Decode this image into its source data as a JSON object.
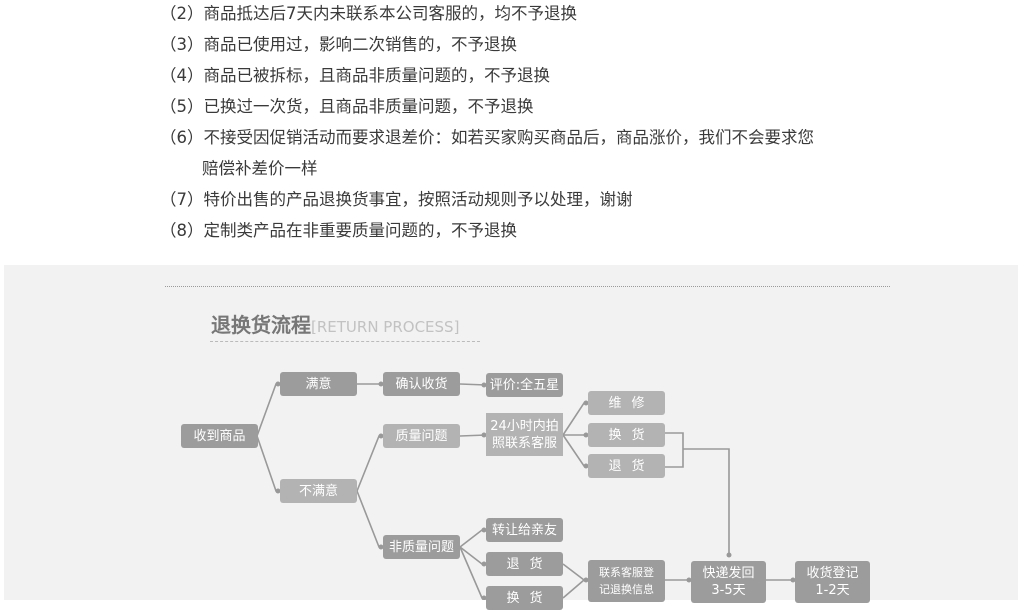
{
  "rules": [
    "（2）商品抵达后7天内未联系本公司客服的，均不予退换",
    "（3）商品已使用过，影响二次销售的，不予退换",
    "（4）商品已被拆标，且商品非质量问题的，不予退换",
    "（5）已换过一次货，且商品非质量问题，不予退换",
    "（6）不接受因促销活动而要求退差价：如若买家购买商品后，商品涨价，我们不会要求您",
    "赔偿补差价一样",
    "（7）特价出售的产品退换货事宜，按照活动规则予以处理，谢谢",
    "（8）定制类产品在非重要质量问题的，不予退换"
  ],
  "process": {
    "title": "退换货流程",
    "subtitle": "[RETURN PROCESS]",
    "nodes": {
      "received": "收到商品",
      "satisfied": "满意",
      "confirm": "确认收货",
      "review": "评价:全五星",
      "unsatisfied": "不满意",
      "quality": "质量问题",
      "contact24": "24小时内拍照联系客服",
      "repair": "维修",
      "exchange1": "换货",
      "return1": "退货",
      "nonquality": "非质量问题",
      "transfer": "转让给亲友",
      "return2": "退货",
      "exchange2": "换货",
      "register": "联系客服登记退换信息",
      "shipback": "快递发回3-5天",
      "receiveLog": "收货登记1-2天"
    }
  }
}
